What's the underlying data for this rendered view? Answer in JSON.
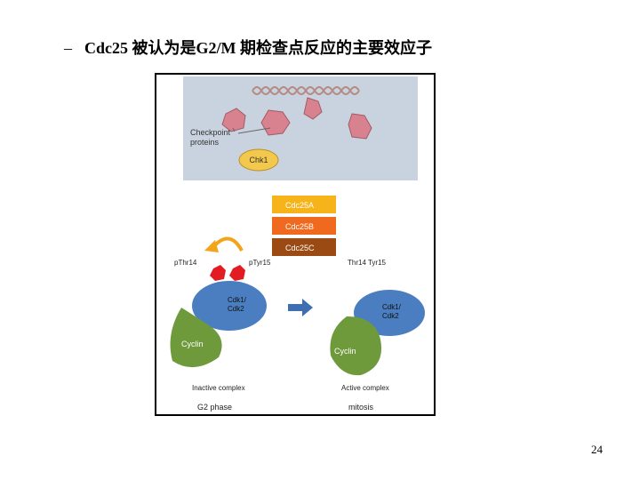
{
  "slide": {
    "bullet_dash": "–",
    "bullet_text": "Cdc25 被认为是G2/M 期检查点反应的主要效应子",
    "page_number": "24"
  },
  "diagram": {
    "checkpoint_label_line1": "Checkpoint",
    "checkpoint_label_line2": "proteins",
    "chk1": "Chk1",
    "cdc25a": "Cdc25A",
    "cdc25b": "Cdc25B",
    "cdc25c": "Cdc25C",
    "pthr14": "pThr14",
    "ptyr15": "pTyr15",
    "thr14_tyr15": "Thr14  Tyr15",
    "cdk_left_line1": "Cdk1/",
    "cdk_left_line2": "Cdk2",
    "cdk_right_line1": "Cdk1/",
    "cdk_right_line2": "Cdk2",
    "cyclin_left": "Cyclin",
    "cyclin_right": "Cyclin",
    "inactive_complex": "Inactive complex",
    "active_complex": "Active complex",
    "g2_phase": "G2 phase",
    "mitosis": "mitosis"
  },
  "colors": {
    "top_panel": "#c9d3df",
    "dna": "#b58a82",
    "checkpoint_protein": "#d9828f",
    "chk1": "#f2c94c",
    "cdc25a": "#f6b31a",
    "cdc25b": "#ef6a1e",
    "cdc25c": "#9a4a12",
    "phospho": "#e31b23",
    "cdk": "#4a7ec1",
    "cyclin": "#6f9a3c",
    "arrow": "#3f6fb0",
    "curved_arrow": "#f2a51a"
  }
}
